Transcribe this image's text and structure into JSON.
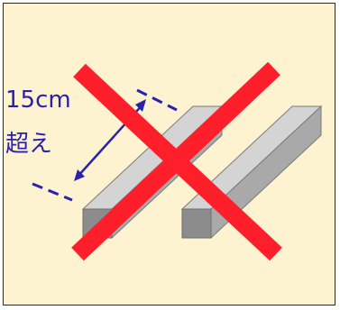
{
  "illustration": {
    "width_label": "15cm",
    "exceed_label": "超え",
    "icons": [
      "gray-beam-left",
      "gray-beam-right",
      "dimension-arrow",
      "prohibited-x-mark"
    ],
    "colors": {
      "background": "#fdf3d0",
      "border": "#2a2a2a",
      "label_text": "#2b22a8",
      "beam_top": "#d4d4d4",
      "beam_front": "#a9a9a9",
      "beam_end": "#8c8c8c",
      "cross": "#ff1f2a"
    }
  }
}
